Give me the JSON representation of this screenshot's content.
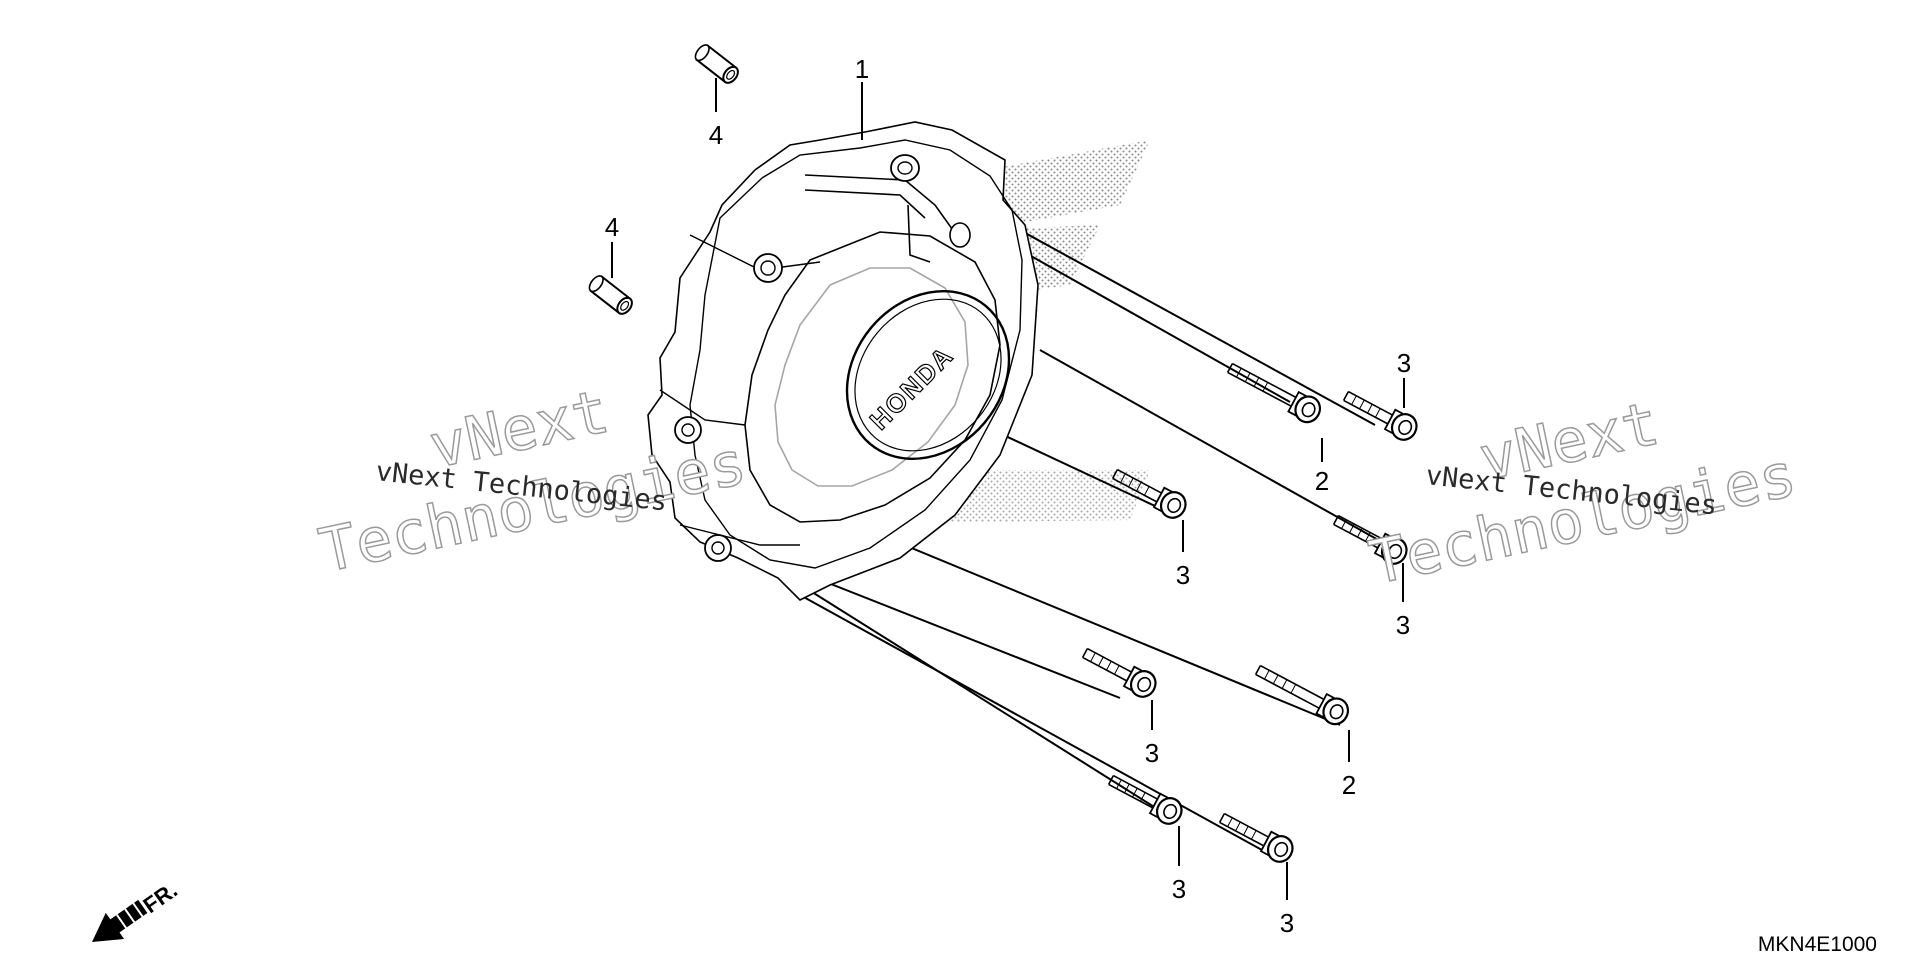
{
  "diagram": {
    "callouts": {
      "c1": "1",
      "c2a": "2",
      "c2b": "2",
      "c3a": "3",
      "c3b": "3",
      "c3c": "3",
      "c3d": "3",
      "c3e": "3",
      "c3f": "3",
      "c4a": "4",
      "c4b": "4"
    },
    "watermark": {
      "line1": "vNext",
      "line2": "Technologies",
      "full": "vNext Technologies"
    },
    "cover_logo": "HONDA",
    "direction_label": "FR.",
    "diagram_code": "MKN4E1000"
  }
}
